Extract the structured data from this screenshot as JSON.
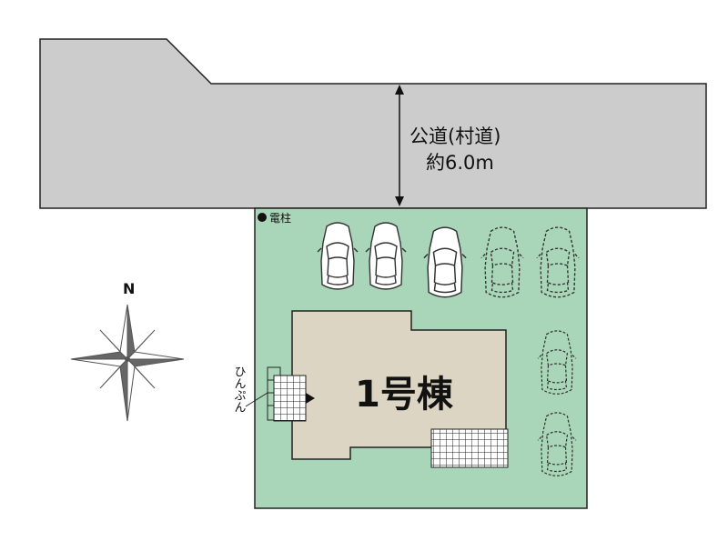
{
  "road": {
    "name": "公道(村道)",
    "width_text": "約6.0m"
  },
  "utility_pole": {
    "label": "電柱"
  },
  "compass": {
    "north_label": "N"
  },
  "building": {
    "label": "1号棟"
  },
  "bathroom_area": {
    "label": "ひんぷん"
  },
  "colors": {
    "road": "#cccccc",
    "lot": "#a9d6b8",
    "building": "#ddd5c4",
    "outline": "#222222"
  },
  "parking": {
    "solid_cars": 3,
    "dashed_cars": 4
  }
}
